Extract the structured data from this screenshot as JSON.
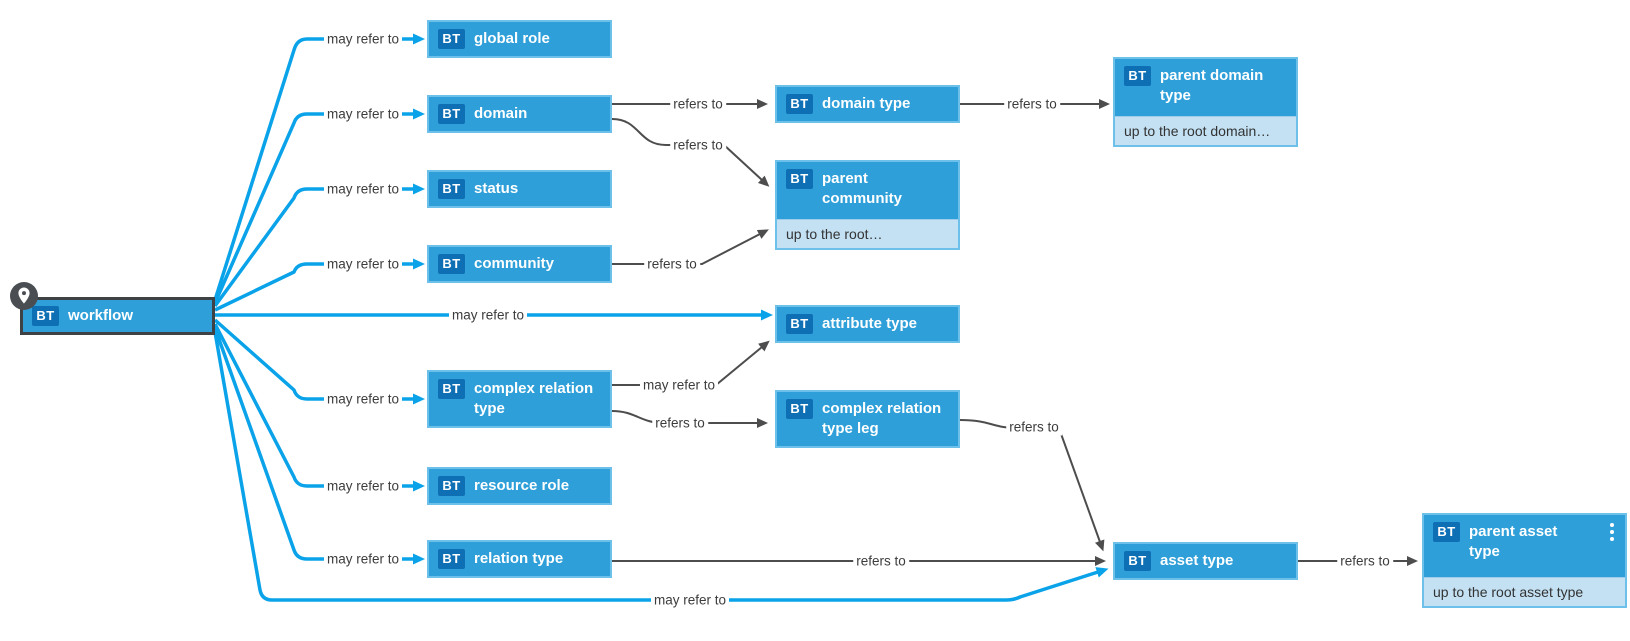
{
  "badge": "BT",
  "edge_labels": {
    "may": "may refer to",
    "refers": "refers to"
  },
  "nodes": {
    "workflow": {
      "label": "workflow"
    },
    "global_role": {
      "label": "global role"
    },
    "domain": {
      "label": "domain"
    },
    "status": {
      "label": "status"
    },
    "community": {
      "label": "community"
    },
    "attribute_type": {
      "label": "attribute type"
    },
    "complex_relation_type": {
      "label": "complex relation type"
    },
    "resource_role": {
      "label": "resource role"
    },
    "relation_type": {
      "label": "relation type"
    },
    "domain_type": {
      "label": "domain type"
    },
    "parent_community": {
      "label": "parent community",
      "note": "up to the root…"
    },
    "parent_domain_type": {
      "label": "parent domain type",
      "note": "up to the root domain…"
    },
    "complex_relation_type_leg": {
      "label": "complex relation type leg"
    },
    "asset_type": {
      "label": "asset type"
    },
    "parent_asset_type": {
      "label": "parent asset type",
      "note": "up to the root asset type"
    }
  },
  "colors": {
    "node_fill": "#2e9fd8",
    "node_border": "#6cc0ea",
    "badge_fill": "#0f6fb4",
    "note_fill": "#c3e1f3",
    "blue_edge": "#0aa3e9",
    "gray_edge": "#4d4d4d",
    "selected_border": "#3f4245"
  }
}
